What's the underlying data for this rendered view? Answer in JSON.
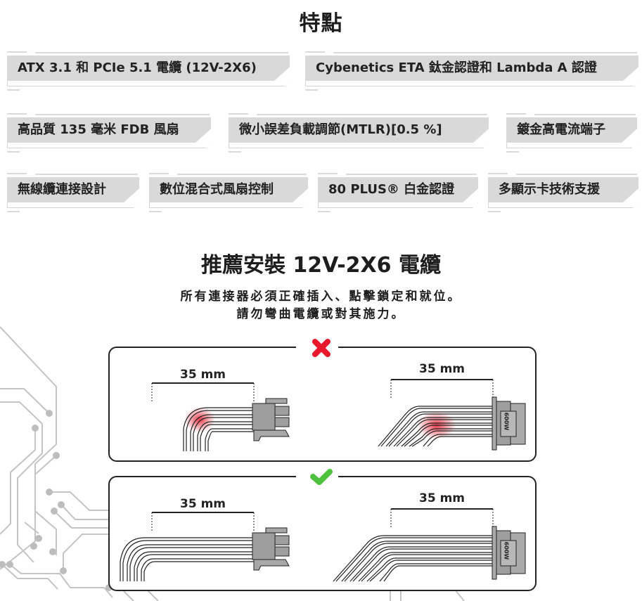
{
  "features": {
    "title": "特點",
    "rows": [
      [
        "ATX 3.1 和 PCIe 5.1 電纜 (12V-2X6)",
        "Cybenetics ETA 鈦金認證和 Lambda A 認證"
      ],
      [
        "高品質 135 毫米 FDB 風扇",
        "微小誤差負載調節(MTLR)[0.5 %]",
        "鍍金高電流端子"
      ],
      [
        "無線纜連接設計",
        "數位混合式風扇控制",
        "80 PLUS® 白金認證",
        "多顯示卡技術支援"
      ]
    ]
  },
  "install": {
    "title": "推薦安裝 12V-2X6 電纜",
    "line1": "所有連接器必須正確插入、點擊鎖定和就位。",
    "line2": "請勿彎曲電纜或對其施力。"
  },
  "diagrams": {
    "wrong": {
      "status_icon": "x-icon",
      "status_color": "#e8192c",
      "left_measure": "35 mm",
      "right_measure": "35 mm",
      "connector_label": "600W"
    },
    "correct": {
      "status_icon": "check-icon",
      "status_color": "#4ec13e",
      "left_measure": "35 mm",
      "right_measure": "35 mm",
      "connector_label": "600W"
    }
  }
}
